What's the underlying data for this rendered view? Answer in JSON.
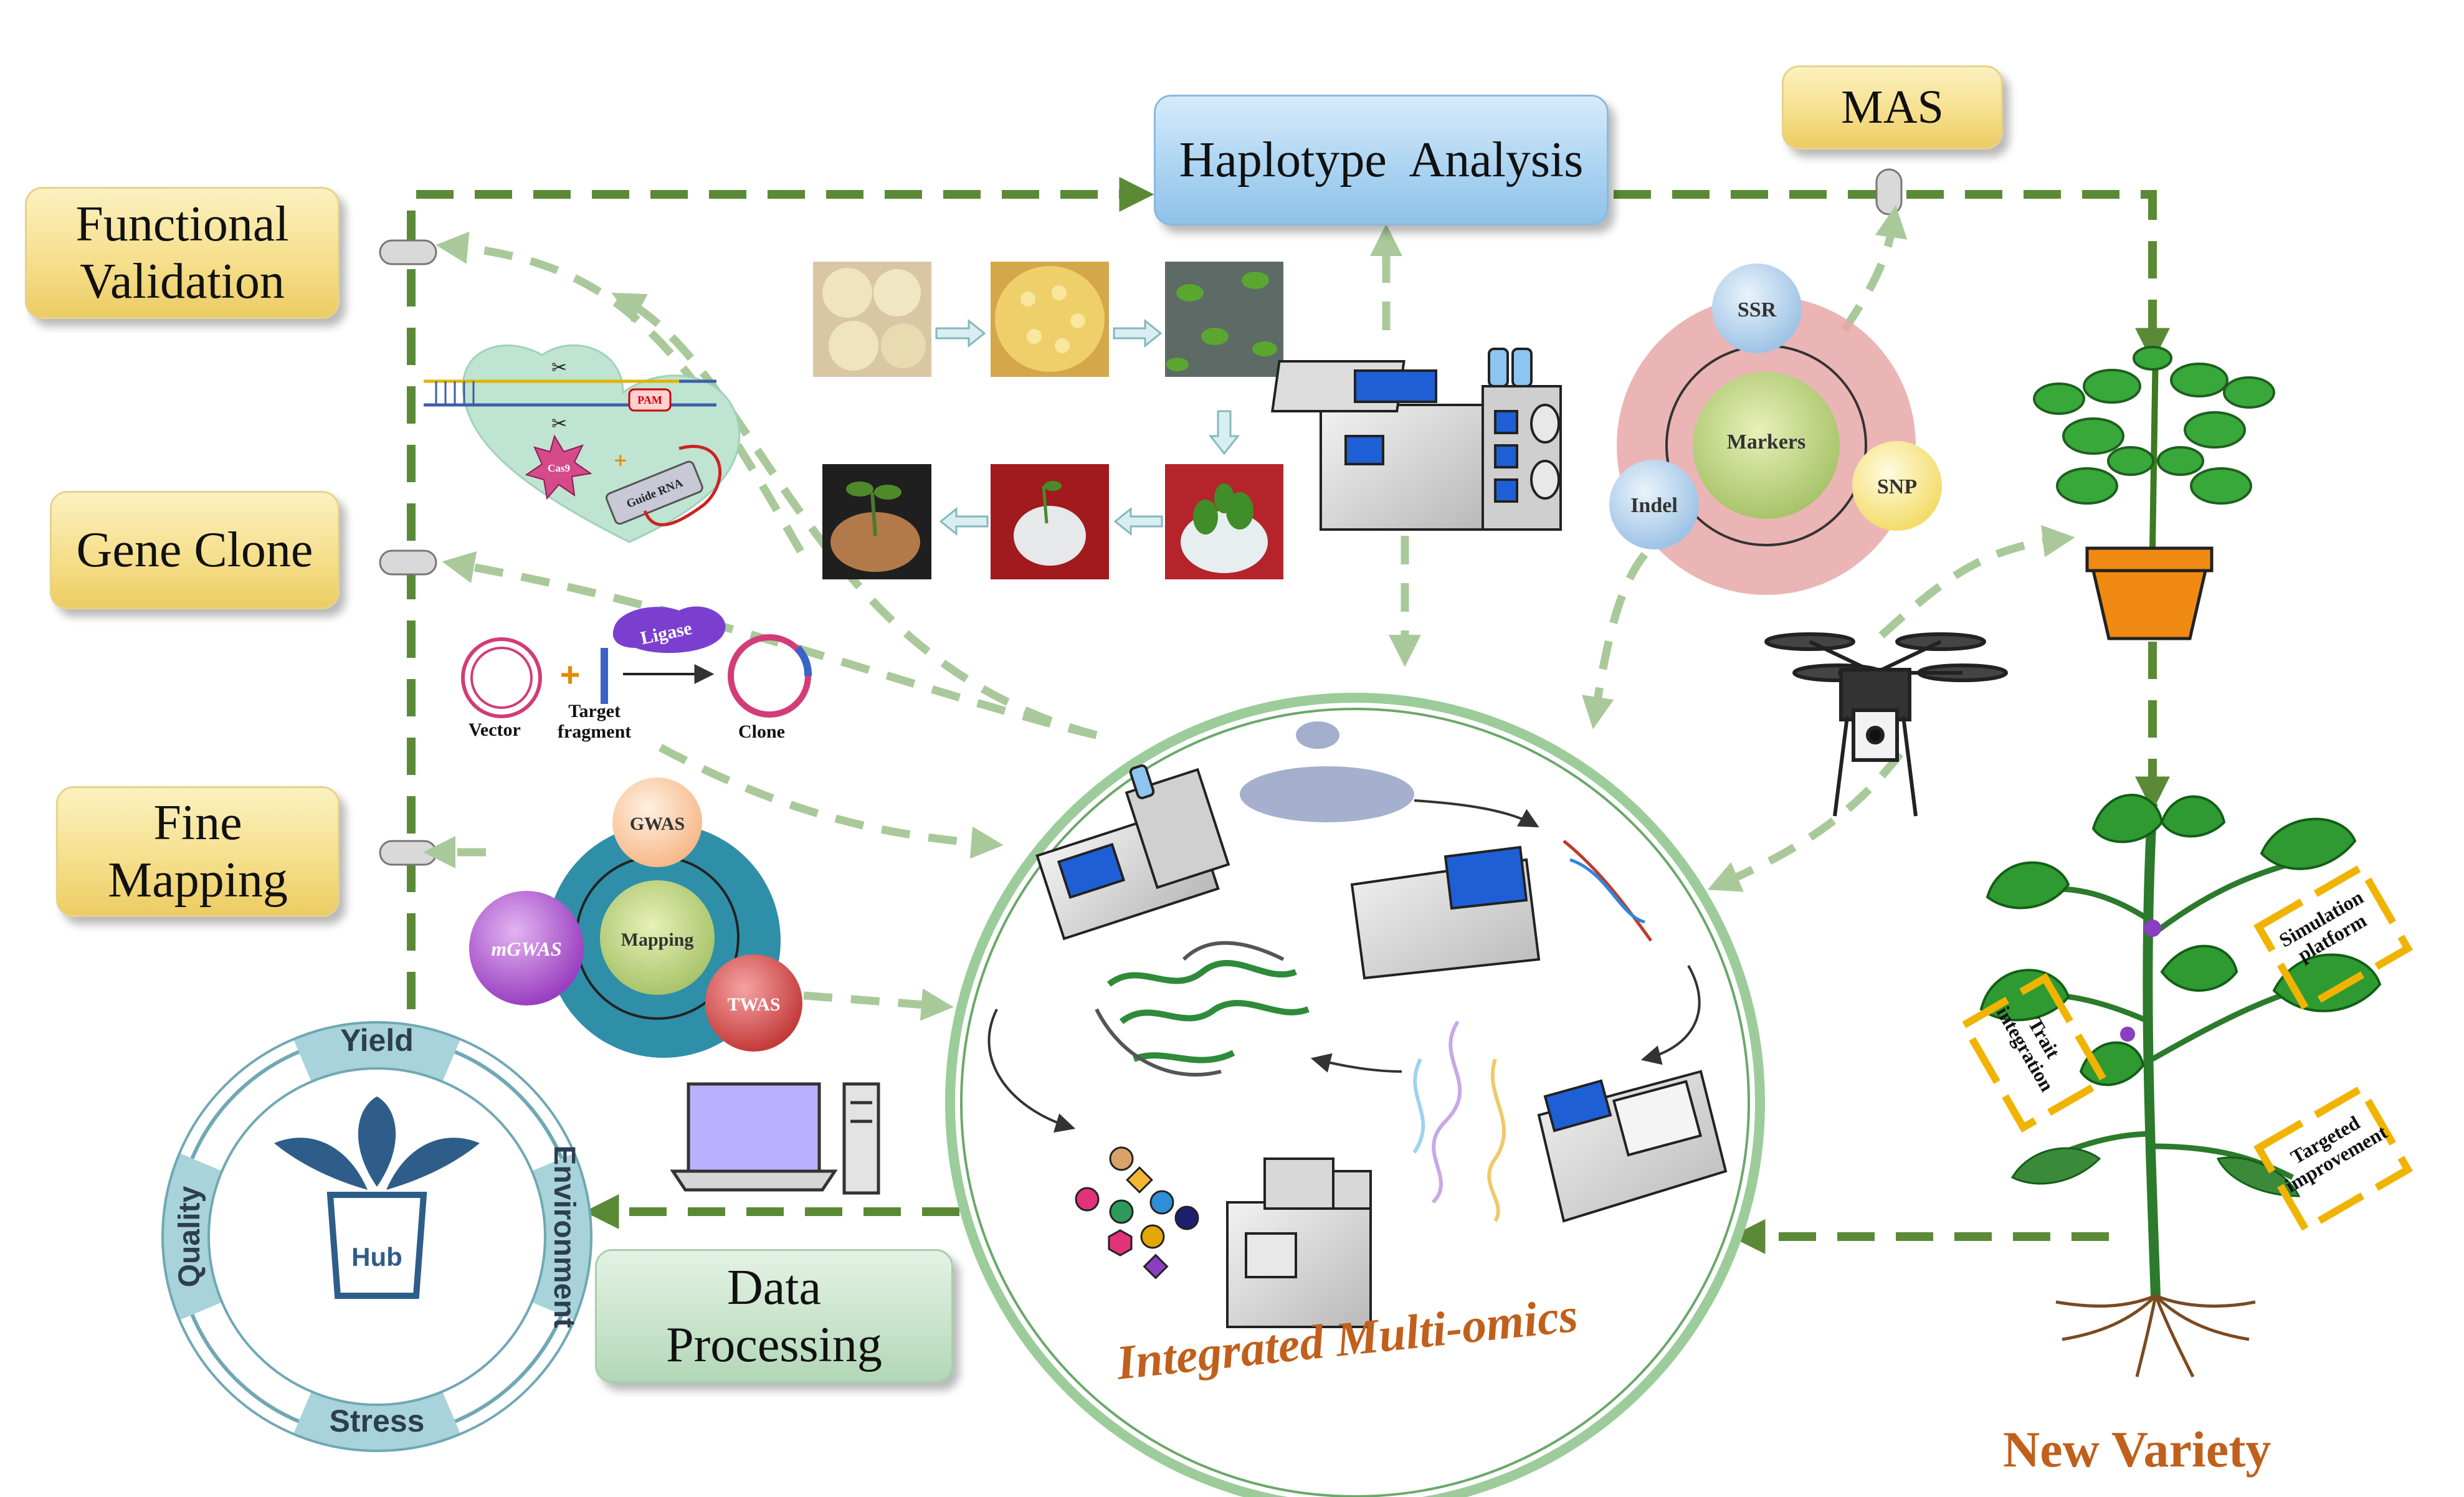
{
  "boxes": {
    "functional_validation": "Functional\nValidation",
    "gene_clone": "Gene Clone",
    "fine_mapping": "Fine\nMapping",
    "haplotype_analysis": "Haplotype  Analysis",
    "mas": "MAS",
    "data_processing": "Data\nProcessing"
  },
  "crispr": {
    "pam": "PAM",
    "cas9": "Cas9",
    "guide_rna": "Guide RNA"
  },
  "cloning": {
    "vector": "Vector",
    "plus": "+",
    "target_fragment": "Target\nfragment",
    "ligase": "Ligase",
    "clone": "Clone"
  },
  "markers": {
    "center": "Markers",
    "ssr": "SSR",
    "indel": "Indel",
    "snp": "SNP"
  },
  "mapping": {
    "center": "Mapping",
    "gwas": "GWAS",
    "mgwas": "mGWAS",
    "twas": "TWAS"
  },
  "hub": {
    "center": "Hub",
    "yield": "Yield",
    "environment": "Environment",
    "stress": "Stress",
    "quality": "Quality"
  },
  "omics": {
    "title": "Integrated Multi-omics"
  },
  "variety": {
    "title": "New Variety",
    "simulation_platform": "Simulation\nplatform",
    "trait_integration": "Trait\nintegration",
    "targeted_improvement": "Targeted\nimprovement"
  },
  "colors": {
    "arrow_dark": "#5b8a36",
    "arrow_light": "#a9c99a",
    "hub": "#a8d3da",
    "omics_ring": "#9ccc9a",
    "variety_text": "#c0601c",
    "bracket": "#f0b400"
  }
}
